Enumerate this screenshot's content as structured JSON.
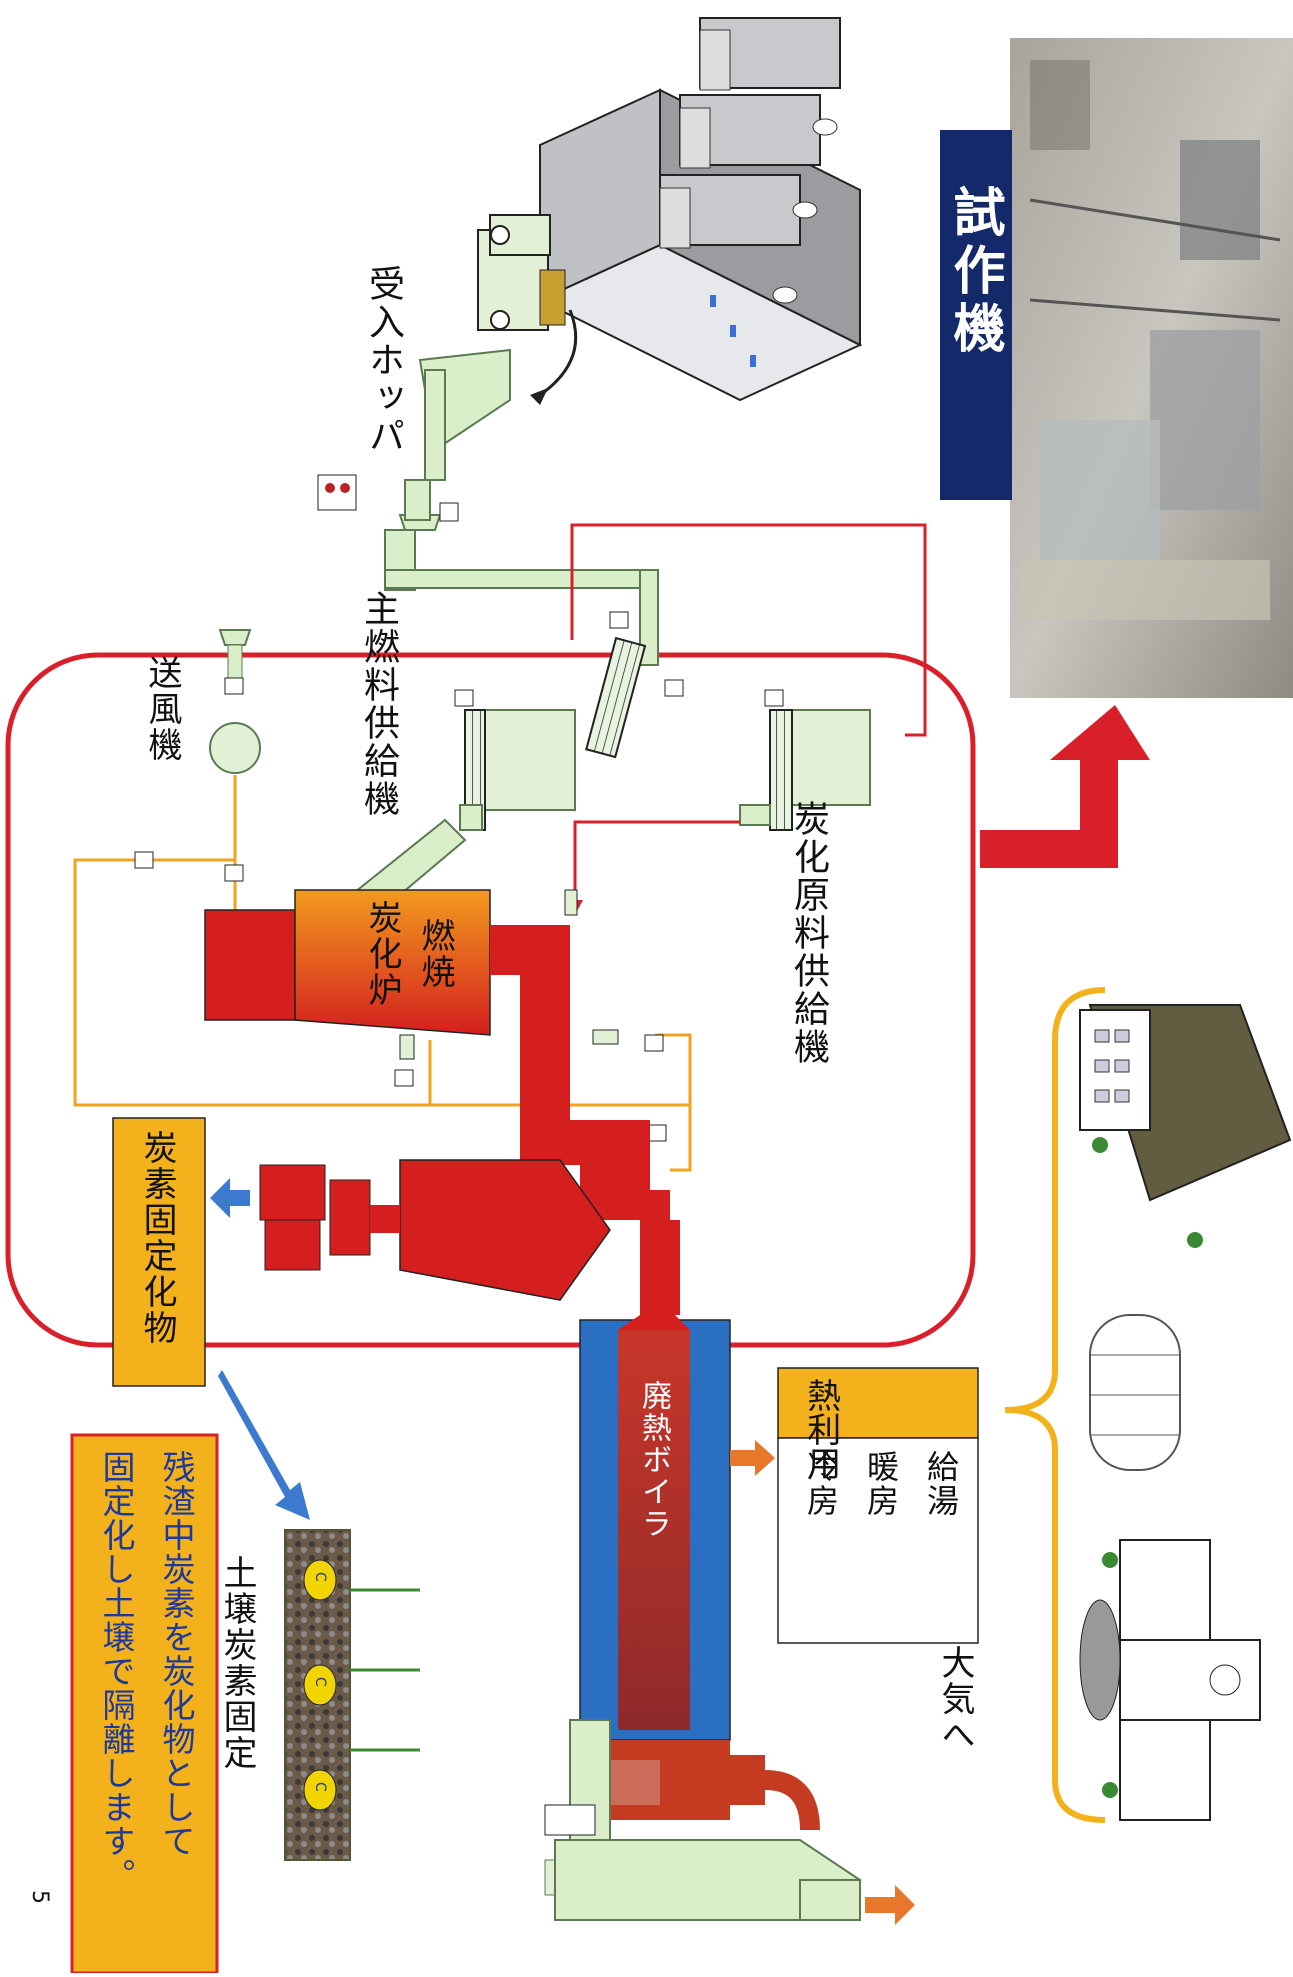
{
  "labels": {
    "prototype": "試作機",
    "hopper": "受入ホッパ",
    "main_fuel_feeder": "主燃料供給機",
    "blower": "送風機",
    "carbonization_feeder": "炭化原料供給機",
    "combustion": "燃焼",
    "carbonization_furnace": "炭化炉",
    "fixed_carbon": "炭素固定化物",
    "waste_heat_boiler": "廃熱ボイラ",
    "heat_use": "熱利用",
    "heat_items": [
      "給湯",
      "暖房",
      "冷房"
    ],
    "to_atmosphere": "大気へ",
    "soil_carbon": "土壌炭素固定",
    "note_line1": "残渣中炭素を炭化物として",
    "note_line2": "固定化し土壌で隔離します。",
    "page_number": "5",
    "soil_marker": "C"
  },
  "colors": {
    "loop_red": "#d9202a",
    "air_orange": "#f0a31c",
    "pipe_green": "#d9eec9",
    "pipe_green_stroke": "#5a7a52",
    "furnace_red": "#d51f1f",
    "furnace_orange": "#f7a21b",
    "boiler_blue": "#2a6fc1",
    "label_yellow": "#f3b21c",
    "navy": "#13296a"
  }
}
